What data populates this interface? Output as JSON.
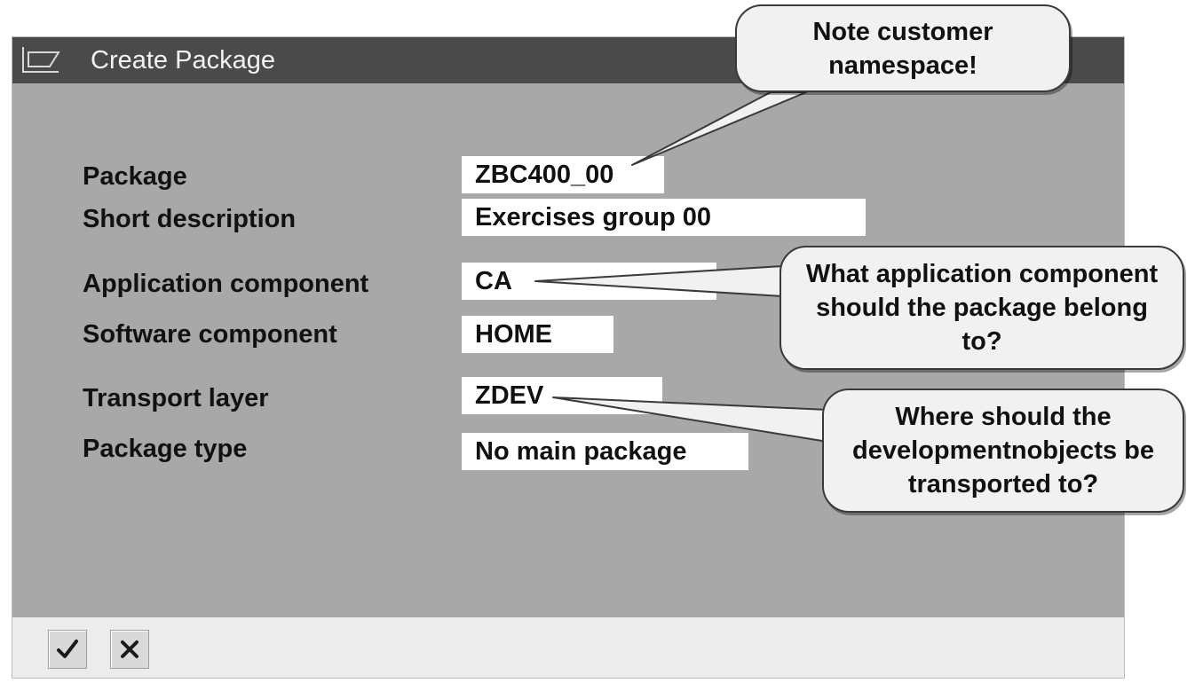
{
  "dialog": {
    "title": "Create Package",
    "title_icon": "create-object-icon"
  },
  "form": {
    "fields": [
      {
        "label": "Package",
        "value": "ZBC400_00"
      },
      {
        "label": "Short description",
        "value": "Exercises group 00"
      },
      {
        "label": "Application component",
        "value": "CA"
      },
      {
        "label": "Software component",
        "value": "HOME"
      },
      {
        "label": "Transport layer",
        "value": "ZDEV"
      },
      {
        "label": "Package type",
        "value": "No main package"
      }
    ]
  },
  "callouts": [
    {
      "text": "Note customer namespace!"
    },
    {
      "text": "What application component should the package belong to?"
    },
    {
      "text": "Where should the developmentnobjects be transported to?"
    }
  ],
  "footer": {
    "confirm_icon": "checkmark-icon",
    "cancel_icon": "cancel-x-icon"
  },
  "colors": {
    "titlebar": "#4a4a4a",
    "dialog_body": "#a8a8a8",
    "footer": "#ececec",
    "callout_fill": "#f1f1f1"
  }
}
